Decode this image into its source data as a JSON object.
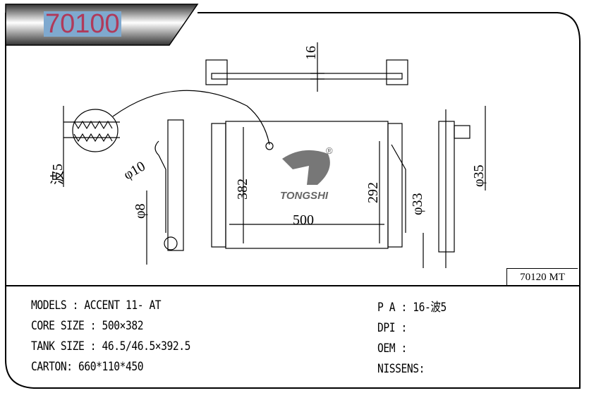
{
  "header": {
    "title": "70100"
  },
  "part_number": "70120 MT",
  "drawing": {
    "dims": {
      "top_thickness": "16",
      "fin": "波5",
      "inlet_dia": "φ10",
      "small_dia": "φ8",
      "core_height": "382",
      "core_width": "500",
      "side_height": "292",
      "outlet_dia": "φ33",
      "pipe_dia": "φ35"
    },
    "logo": {
      "text": "TONGSHI",
      "mark": "®"
    }
  },
  "specs": {
    "left": [
      "MODELS : ACCENT 11- AT",
      "CORE SIZE : 500×382",
      "TANK SIZE : 46.5/46.5×392.5",
      "CARTON: 660*110*450"
    ],
    "right": [
      "P A : 16-波5",
      "DPI :",
      "OEM :",
      "NISSENS:"
    ]
  }
}
